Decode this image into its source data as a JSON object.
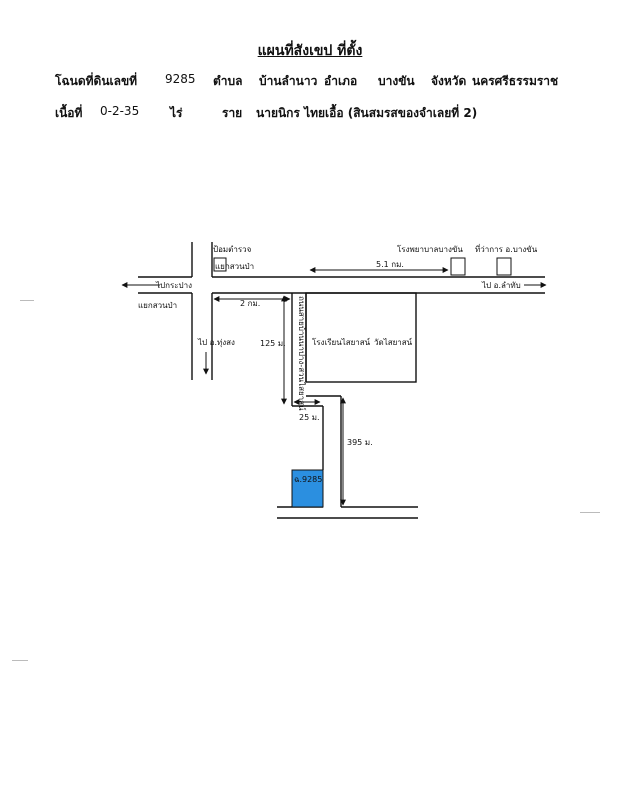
{
  "title": "แผนที่สังเขป ที่ตั้ง",
  "deed_info": {
    "deed_label": "โฉนดที่ดินเลขที่",
    "deed_number": "9285",
    "tambon_label": "ตำบล",
    "tambon_value": "บ้านลำนาว",
    "amphoe_label": "อำเภอ",
    "amphoe_value": "บางขัน",
    "changwat_label": "จังหวัด",
    "changwat_value": "นครศรีธรรมราช"
  },
  "area_info": {
    "area_label": "เนื้อที่",
    "area_value": "0-2-35",
    "rai_label": "ไร่",
    "owner_prefix": "ราย",
    "owner_name": "นายนิกร ไทยเอื้อ (สินสมรสของจำเลยที่ 2)"
  },
  "map": {
    "police_box": "ป้อมตำรวจ",
    "suan_pa_junction_top": "แยกสวนป่า",
    "suan_pa_junction": "แยกสวนป่า",
    "to_krabang": "ไปกระปาง",
    "to_lam_thap": "ไป อ.ลำทับ",
    "to_thung_song": "ไป อ.ทุ่งสง",
    "hospital": "โรงพยาบาลบางขัน",
    "district_office": "ที่ว่าการ อ.บางขัน",
    "dist_5_1": "5.1 กม.",
    "dist_2": "2 กม.",
    "dist_125": "125 ม.",
    "dist_25": "25 ม.",
    "dist_395": "395 ม.",
    "side_road": "ถนนสายบ้านนาปาง-สวนไสยาสน์",
    "school": "โรงเรียนไสยาสน์",
    "temple": "วัดไสยาสน์",
    "plot_label": "ฉ.9285"
  },
  "colors": {
    "plot_fill": "#2b8fe0",
    "ink": "#111111"
  }
}
